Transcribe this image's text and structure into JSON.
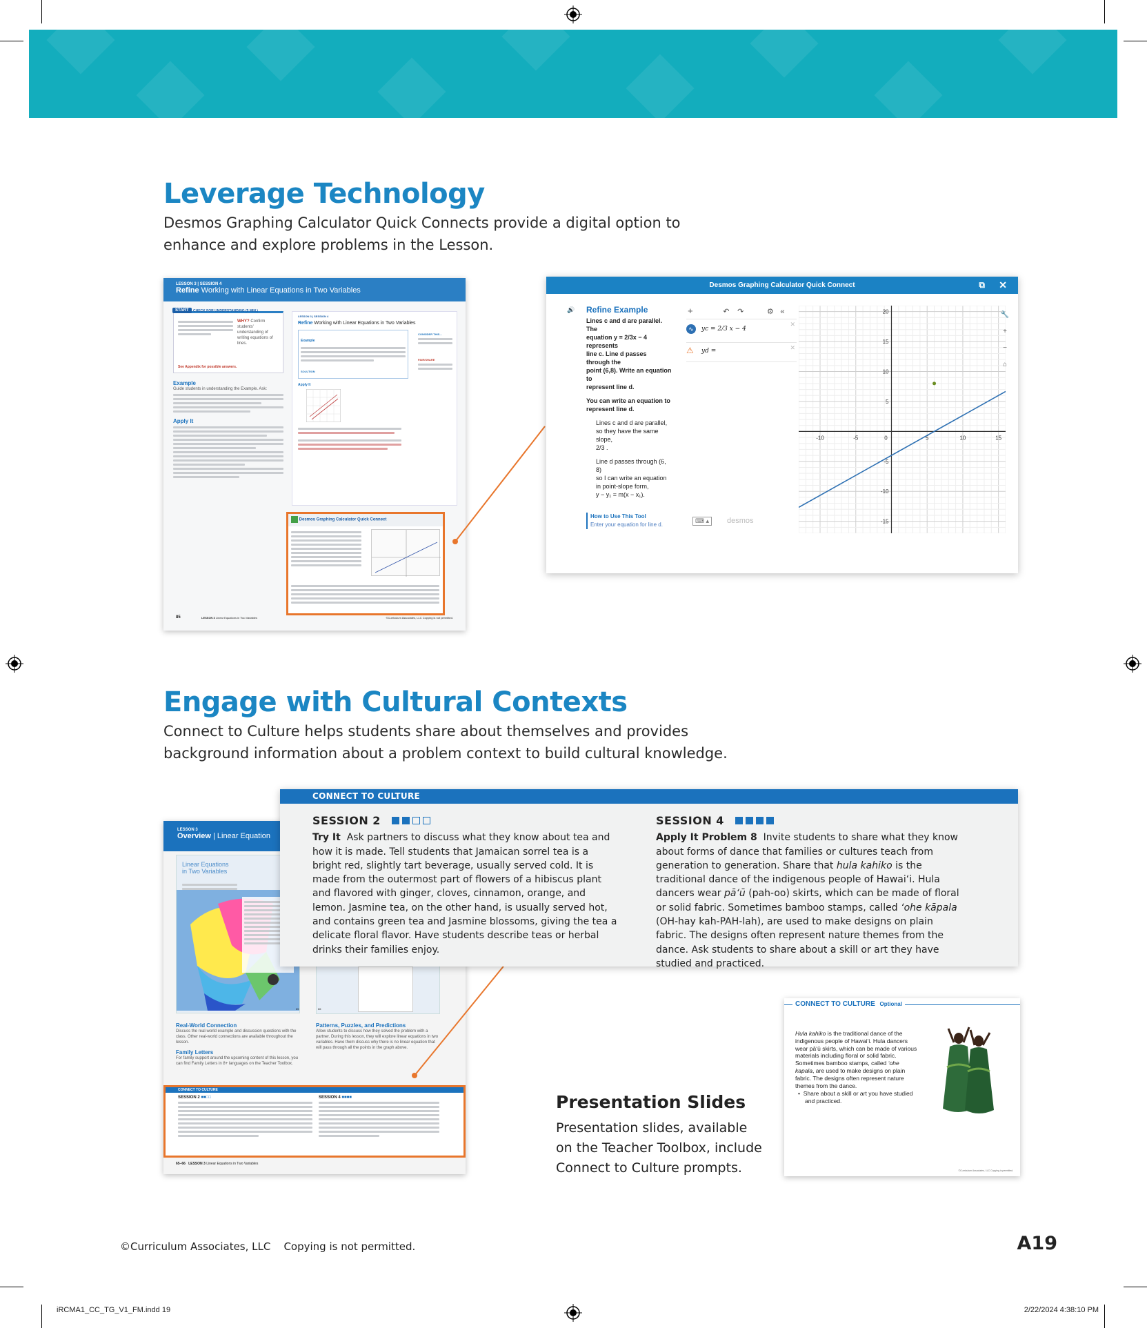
{
  "sections": {
    "technology": {
      "title": "Leverage Technology",
      "intro_line1": "Desmos Graphing Calculator Quick Connects provide a digital option to",
      "intro_line2": "enhance and explore problems in the Lesson."
    },
    "culture": {
      "title": "Engage with Cultural Contexts",
      "intro_line1": "Connect to Culture helps students share about themselves and provides",
      "intro_line2": "background information about a problem context to build cultural knowledge."
    }
  },
  "lesson_page": {
    "breadcrumb": "LESSON 3 | SESSION 4",
    "title_bold": "Refine",
    "title_rest": "Working with Linear Equations in Two Variables",
    "start_tag": "START",
    "check_label": "CHECK FOR UNDERSTANDING (5 MIN.)",
    "why_label": "WHY?",
    "why_text": "Confirm students' understanding of writing equations of lines.",
    "appendix_note": "See Appendix for possible answers.",
    "example_heading": "Example",
    "example_text": "Guide students in understanding the Example. Ask:",
    "apply_heading": "Apply It",
    "desmos_box_title": "Desmos Graphing Calculator Quick Connect",
    "page_number": "85",
    "footer_lesson": "LESSON 3",
    "footer_title": "Linear Equations in Two Variables",
    "inner_breadcrumb": "LESSON 3 | SESSION 4",
    "inner_title_bold": "Refine",
    "inner_title_rest": "Working with Linear Equations in Two Variables",
    "inner_example": "Example",
    "inner_apply": "Apply It",
    "inner_pairshare": "PAIR/SHARE",
    "inner_consider": "CONSIDER THIS...",
    "solution_label": "SOLUTION",
    "copyright_small": "©Curriculum Associates, LLC   Copying is not permitted."
  },
  "desmos": {
    "window_title": "Desmos Graphing Calculator Quick Connect",
    "refine_title": "Refine Example",
    "refine_lines": [
      "Lines c and d are parallel. The",
      "equation y = 2/3x − 4 represents",
      "line c. Line d passes through the",
      "point (6,8). Write an equation to",
      "represent line d."
    ],
    "can_write_lines": [
      "You can write an equation to",
      "represent line d."
    ],
    "para1_lines": [
      "Lines c and d are parallel,",
      "so they have the same slope,",
      "2/3 ."
    ],
    "para2_lines": [
      "Line d passes through (6, 8)",
      "so I can write an equation",
      "in point-slope form,",
      "y − y₁ = m(x − x₁)."
    ],
    "how_to_title": "How to Use This Tool",
    "how_to_text": "Enter your equation for line d.",
    "expr1": "yc = 2/3 x − 4",
    "expr2": "yd =",
    "x_ticks": [
      "-10",
      "-5",
      "0",
      "5",
      "10",
      "15"
    ],
    "y_ticks": [
      "20",
      "15",
      "10",
      "5",
      "-5",
      "-10",
      "-15"
    ],
    "footer_logo": "desmos"
  },
  "overview_page": {
    "breadcrumb": "LESSON 3",
    "title_bold": "Overview",
    "title_rest": "Linear Equation",
    "inner_title": "Linear Equations in Two Variables",
    "real_world_label": "Real-World Connection",
    "real_world_text": "Discuss the real-world example and discussion questions with the class. Other real-world connections are available throughout the lesson.",
    "family_label": "Family Letters",
    "family_text": "For family support around the upcoming content of this lesson, you can find Family Letters in 8+ languages on the Teacher Toolbox.",
    "patterns_label": "Patterns, Puzzles, and Predictions",
    "patterns_text": "Allow students to discuss how they solved the problem with a partner. During this lesson, they will explore linear equations in two variables. Have them discuss why there is no linear equation that will pass through all the points in the graph above.",
    "connect_label": "CONNECT TO CULTURE",
    "s2_label": "SESSION 2",
    "s4_label": "SESSION 4",
    "page_range": "65–66",
    "footer_lesson": "LESSON 3",
    "footer_title": "Linear Equations in Two Variables",
    "page_badge_left": "65",
    "page_badge_right": "66"
  },
  "connect_box": {
    "header": "CONNECT TO CULTURE",
    "session2": {
      "title": "SESSION 2",
      "lead": "Try It",
      "text": "Ask partners to discuss what they know about tea and how it is made. Tell students that Jamaican sorrel tea is a bright red, slightly tart beverage, usually served cold. It is made from the outermost part of flowers of a hibiscus plant and flavored with ginger, cloves, cinnamon, orange, and lemon. Jasmine tea, on the other hand, is usually served hot, and contains green tea and Jasmine blossoms, giving the tea a delicate floral flavor. Have students describe teas or herbal drinks their families enjoy."
    },
    "session4": {
      "title": "SESSION 4",
      "lead": "Apply It Problem 8",
      "text_a": "Invite students to share what they know about forms of dance that families or cultures teach from generation to generation. Share that ",
      "em_a": "hula kahiko",
      "text_b": " is the traditional dance of the indigenous people of Hawai‘i. Hula dancers wear ",
      "em_b": "pā‘ū",
      "text_c": " (pah-oo) skirts, which can be made of floral or solid fabric. Sometimes bamboo stamps, called ",
      "em_c": "‘ohe kāpala",
      "text_d": " (OH-hay kah-PAH-lah), are used to make designs on plain fabric. The designs often represent nature themes from the dance. Ask students to share about a skill or art they have studied and practiced."
    }
  },
  "presentation": {
    "heading": "Presentation Slides",
    "text_lines": [
      "Presentation slides, available",
      "on the Teacher Toolbox, include",
      "Connect to Culture prompts."
    ],
    "slide_header": "CONNECT TO CULTURE",
    "slide_optional": "Optional",
    "slide_em": "Hula kahiko",
    "slide_text": " is the traditional dance of the indigenous people of Hawai‘i. Hula dancers wear pā‘ū skirts, which can be made of various materials including floral or solid fabric. Sometimes bamboo stamps, called ",
    "slide_em2": "‘ohe kapala",
    "slide_text2": ", are used to make designs on plain fabric. The designs often represent nature themes from the dance.",
    "slide_bullet": "Share about a skill or art you have studied and practiced.",
    "slide_footer": "©Curriculum Associates, LLC   Copying is permitted."
  },
  "footer": {
    "copyright": "©Curriculum Associates, LLC",
    "copy_note": "Copying is not permitted.",
    "page_id": "A19"
  },
  "slug": {
    "file": "iRCMA1_CC_TG_V1_FM.indd   19",
    "date": "2/22/2024   4:38:10 PM"
  },
  "colors": {
    "brand_blue": "#1b86c3",
    "teal": "#13adbd",
    "accent_orange": "#e8762c",
    "session_blue": "#1b72bd"
  }
}
